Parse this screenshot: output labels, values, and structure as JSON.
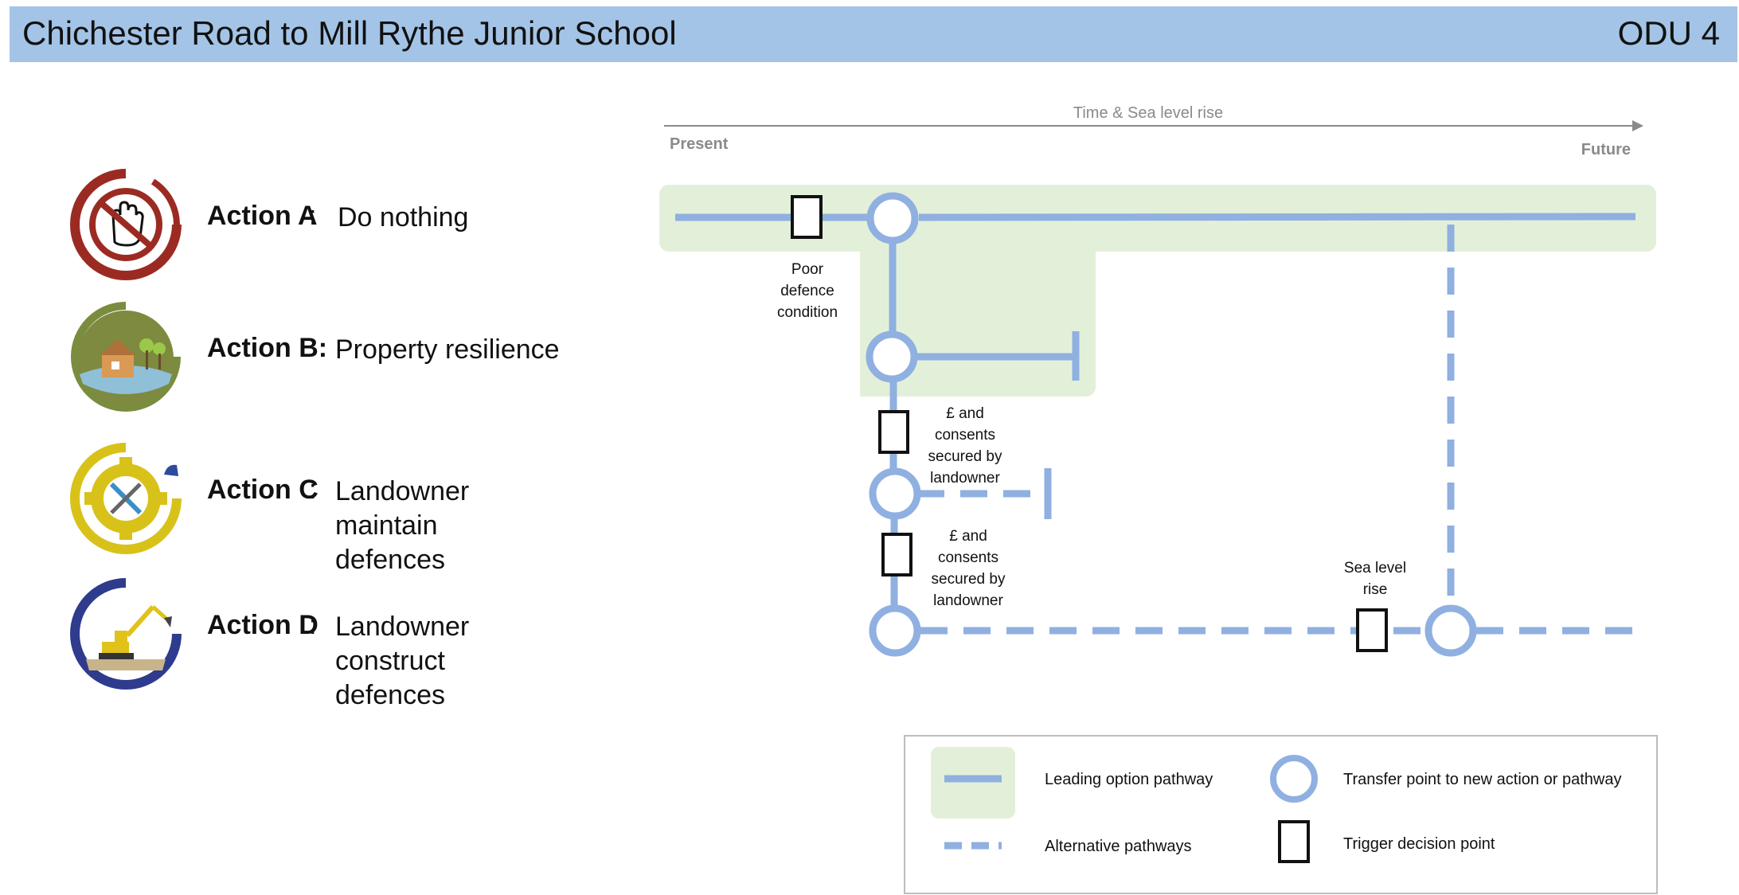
{
  "header": {
    "title": "Chichester Road to Mill Rythe Junior School",
    "code": "ODU 4"
  },
  "actions": [
    {
      "label": "Action A",
      "sep": ":",
      "desc": "Do nothing",
      "icon": "stop-hand-icon",
      "color": "#9b2b22"
    },
    {
      "label": "Action B:",
      "sep": "",
      "desc": "Property resilience",
      "icon": "house-trees-icon",
      "color": "#7a8c3e"
    },
    {
      "label": "Action C",
      "sep": ":",
      "desc": "Landowner maintain\ndefences",
      "icon": "gear-tools-icon",
      "color": "#d8c21a"
    },
    {
      "label": "Action D",
      "sep": ":",
      "desc": "Landowner construct\ndefences",
      "icon": "excavator-icon",
      "color": "#2f3b8c"
    }
  ],
  "timeline": {
    "axis_label": "Time & Sea level rise",
    "start": "Present",
    "end": "Future"
  },
  "annotations": {
    "poor_defence": [
      "Poor",
      "defence",
      "condition"
    ],
    "consents_1": [
      "£ and",
      "consents",
      "secured by",
      "landowner"
    ],
    "consents_2": [
      "£ and",
      "consents",
      "secured by",
      "landowner"
    ],
    "sea_level": [
      "Sea level",
      "rise"
    ]
  },
  "legend": {
    "leading": "Leading option pathway",
    "alternative": "Alternative pathways",
    "transfer": "Transfer point to new action or pathway",
    "trigger": "Trigger decision point"
  },
  "colors": {
    "pathway": "#8fb0e0",
    "highlight": "#e3f0d9",
    "header": "#a3c4e6",
    "trigger": "#111111"
  }
}
